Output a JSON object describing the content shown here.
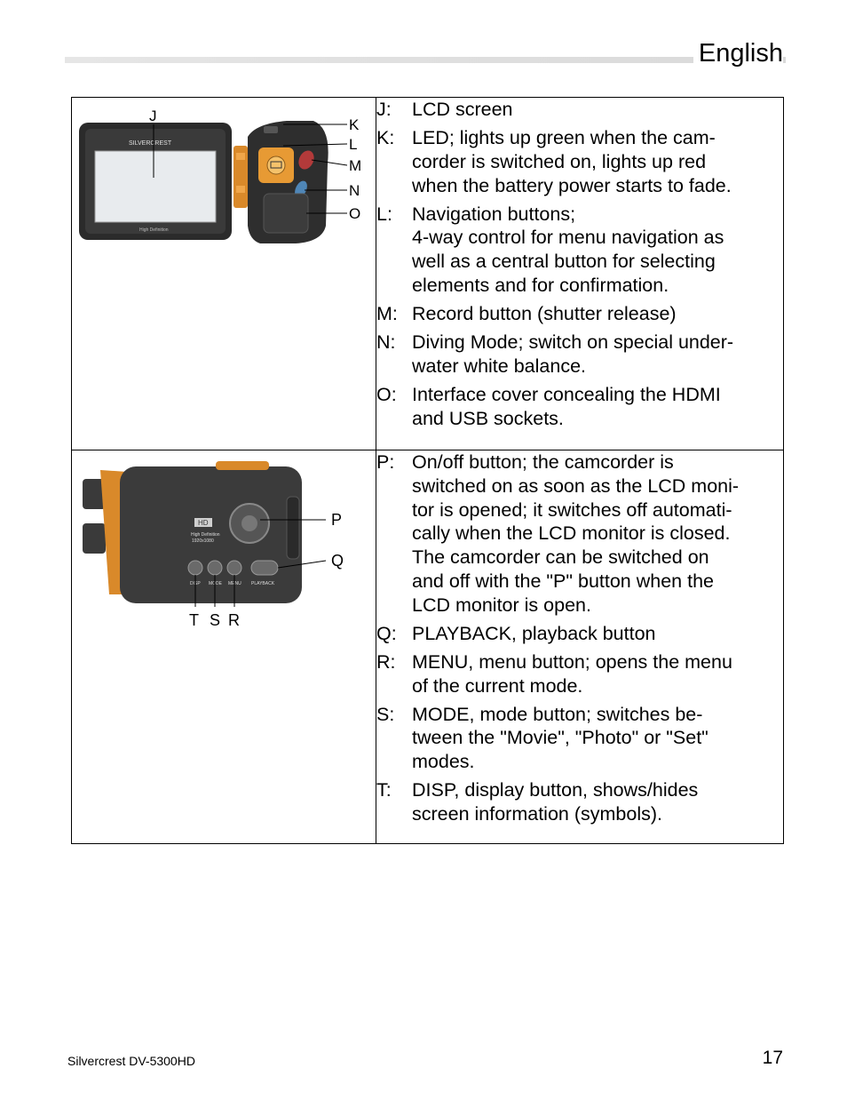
{
  "header": {
    "language": "English"
  },
  "figure1": {
    "brand": "SILVERCREST",
    "screen_caption": "High Definition",
    "callouts": [
      "J",
      "K",
      "L",
      "M",
      "N",
      "O"
    ]
  },
  "figure2": {
    "hd_badge": "HD",
    "hd_text": "High Definition",
    "resolution": "1920x1080",
    "button_labels": [
      "DISP",
      "MODE",
      "MENU",
      "PLAYBACK"
    ],
    "callouts": [
      "P",
      "Q",
      "T",
      "S",
      "R"
    ]
  },
  "rows": [
    {
      "items": [
        {
          "key": "J:",
          "lines": [
            "LCD screen"
          ]
        },
        {
          "key": "K:",
          "lines": [
            "LED; lights up green when the cam-",
            "corder is switched on, lights up red",
            "when the battery power starts to fade."
          ]
        },
        {
          "key": "L:",
          "lines": [
            "Navigation buttons;",
            "4-way control for menu navigation as",
            "well as a central button for selecting",
            "elements and for confirmation."
          ]
        },
        {
          "key": "M:",
          "lines": [
            "Record button (shutter release)"
          ]
        },
        {
          "key": "N:",
          "lines": [
            "Diving Mode; switch on special under-",
            "water white balance."
          ]
        },
        {
          "key": "O:",
          "lines": [
            "Interface cover concealing the HDMI",
            "and USB sockets."
          ]
        }
      ]
    },
    {
      "items": [
        {
          "key": "P:",
          "lines": [
            "On/off button; the camcorder is",
            "switched on as soon as the LCD moni-",
            "tor is opened; it switches off automati-",
            "cally when the LCD monitor is closed.",
            "The camcorder can be switched on",
            "and off with the \"P\" button when the",
            "LCD monitor is open."
          ]
        },
        {
          "key": "Q:",
          "lines": [
            "PLAYBACK, playback button"
          ]
        },
        {
          "key": "R:",
          "lines": [
            "MENU, menu button; opens the menu",
            "of the current mode."
          ]
        },
        {
          "key": "S:",
          "lines": [
            "MODE, mode button; switches be-",
            "tween the \"Movie\", \"Photo\" or \"Set\"",
            "modes."
          ]
        },
        {
          "key": "T:",
          "lines": [
            "DISP, display button, shows/hides",
            "screen information (symbols)."
          ]
        }
      ]
    }
  ],
  "footer": {
    "product": "Silvercrest DV-5300HD",
    "page_number": "17"
  }
}
